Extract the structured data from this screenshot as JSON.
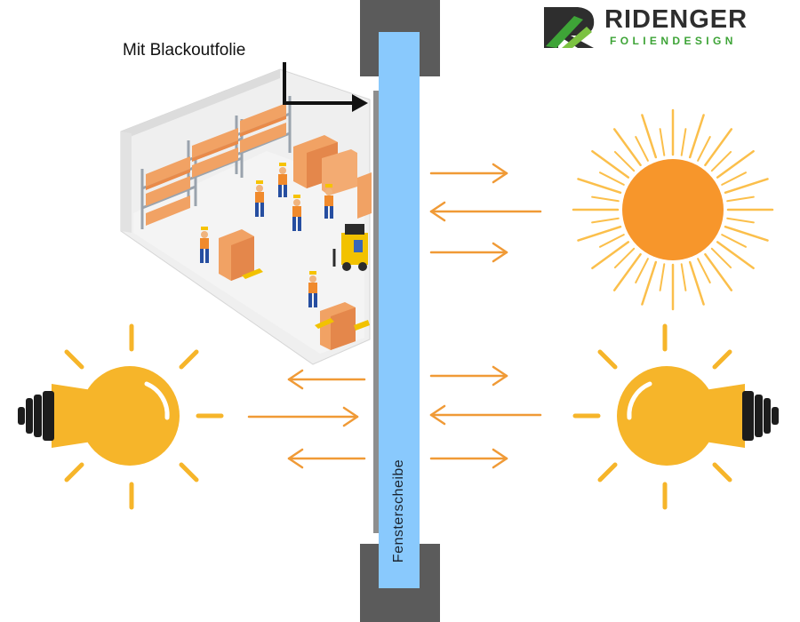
{
  "film_label": "Mit Blackoutfolie",
  "pane_label": "Fensterscheibe",
  "logo": {
    "title": "RIDENGER",
    "subtitle": "FOLIENDESIGN"
  },
  "icons": [
    "warehouse-illustration",
    "sun-icon",
    "light-bulb-icon-left",
    "light-bulb-icon-right",
    "ridenger-logo-mark"
  ],
  "colors": {
    "arrow": "#f09a36",
    "sun": "#f7962b",
    "sun_rays": "#fbbf4b",
    "bulb": "#f6b52a",
    "bulb_rays": "#f6b52a",
    "bulb_base": "#1c1c1c",
    "pane": "#89c9fd",
    "frame": "#5b5b5b",
    "film": "#8e8e8e",
    "logo_dark": "#2e2e2e",
    "logo_green": "#3ea437"
  }
}
